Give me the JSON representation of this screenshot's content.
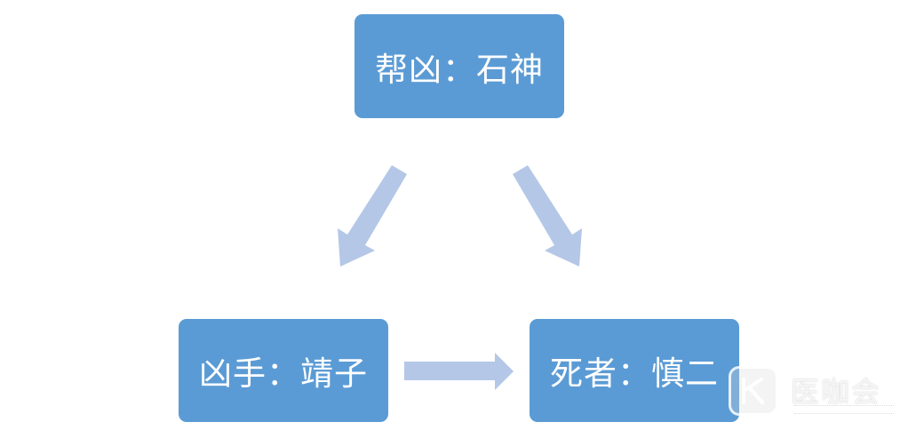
{
  "diagram": {
    "nodes": {
      "top": "帮凶：石神",
      "left": "凶手：靖子",
      "right": "死者：慎二"
    },
    "colors": {
      "node_fill": "#5b9bd5",
      "node_text": "#ffffff",
      "arrow_fill": "#b4c7e7"
    }
  },
  "watermark": {
    "text": "医咖会",
    "icon": "yikahui-logo-icon"
  }
}
